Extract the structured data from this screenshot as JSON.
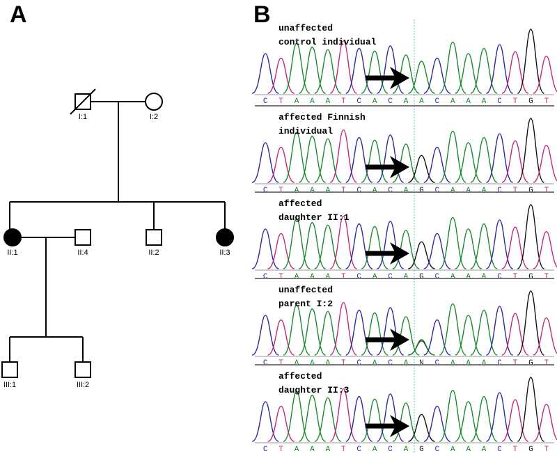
{
  "panels": {
    "a": "A",
    "b": "B"
  },
  "pedigree": {
    "individuals": [
      {
        "id": "I:1",
        "sex": "male",
        "affected": false,
        "deceased": true
      },
      {
        "id": "I:2",
        "sex": "female",
        "affected": false,
        "deceased": false
      },
      {
        "id": "II:1",
        "sex": "female",
        "affected": true,
        "deceased": false
      },
      {
        "id": "II:4",
        "sex": "male",
        "affected": false,
        "deceased": false
      },
      {
        "id": "II:2",
        "sex": "male",
        "affected": false,
        "deceased": false
      },
      {
        "id": "II:3",
        "sex": "female",
        "affected": true,
        "deceased": false
      },
      {
        "id": "III:1",
        "sex": "male",
        "affected": false,
        "deceased": false
      },
      {
        "id": "III:2",
        "sex": "male",
        "affected": false,
        "deceased": false
      }
    ]
  },
  "chromatograms": [
    {
      "label_lines": [
        "unaffected",
        "control individual"
      ],
      "sequence": [
        "C",
        "T",
        "A",
        "A",
        "A",
        "T",
        "C",
        "A",
        "C",
        "A",
        "A",
        "C",
        "A",
        "A",
        "A",
        "C",
        "T",
        "G",
        "T"
      ]
    },
    {
      "label_lines": [
        "affected Finnish",
        "individual"
      ],
      "sequence": [
        "C",
        "T",
        "A",
        "A",
        "A",
        "T",
        "C",
        "A",
        "C",
        "A",
        "G",
        "C",
        "A",
        "A",
        "A",
        "C",
        "T",
        "G",
        "T"
      ]
    },
    {
      "label_lines": [
        "affected",
        "daughter II:1"
      ],
      "sequence": [
        "C",
        "T",
        "A",
        "A",
        "A",
        "T",
        "C",
        "A",
        "C",
        "A",
        "G",
        "C",
        "A",
        "A",
        "A",
        "C",
        "T",
        "G",
        "T"
      ]
    },
    {
      "label_lines": [
        "unaffected",
        "parent I:2"
      ],
      "sequence": [
        "C",
        "T",
        "A",
        "A",
        "A",
        "T",
        "C",
        "A",
        "C",
        "A",
        "N",
        "C",
        "A",
        "A",
        "A",
        "C",
        "T",
        "G",
        "T"
      ]
    },
    {
      "label_lines": [
        "affected",
        "daughter II:3"
      ],
      "sequence": [
        "C",
        "T",
        "A",
        "A",
        "A",
        "T",
        "C",
        "A",
        "C",
        "A",
        "G",
        "C",
        "A",
        "A",
        "A",
        "C",
        "T",
        "G",
        "T"
      ]
    }
  ],
  "colors": {
    "A": "#1a8a2a",
    "C": "#2a2aa0",
    "G": "#111111",
    "T": "#c0287a",
    "N": "#333333",
    "marker": "#5fb8c0"
  }
}
